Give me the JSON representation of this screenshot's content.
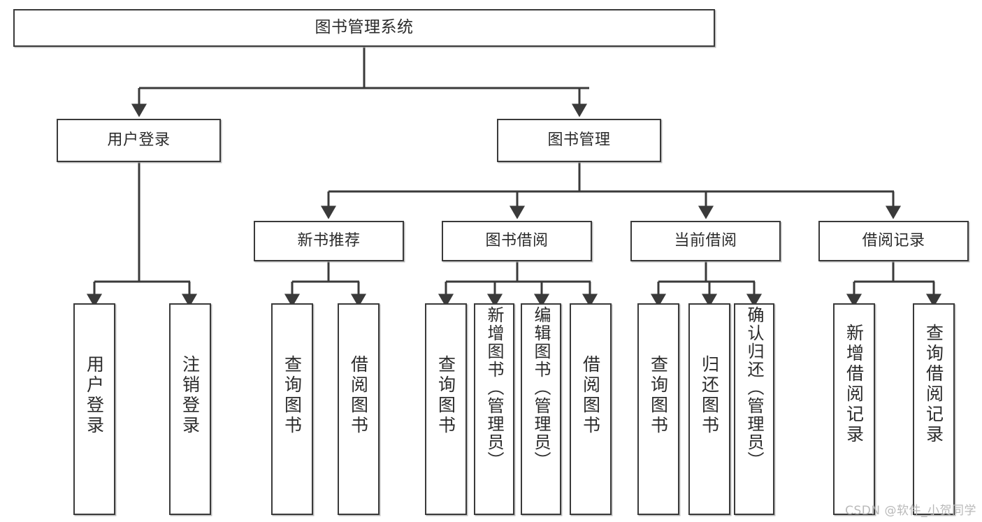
{
  "diagram": {
    "kind": "tree",
    "title": "图书管理系统",
    "watermark": "CSDN @软件_小贺同学",
    "colors": {
      "box_border": "#3a3a3a",
      "box_fill": "#ffffff",
      "connector": "#3a3a3a",
      "text": "#2b2b2b",
      "watermark": "#b9b9b9"
    },
    "nodes": {
      "root": {
        "label": "图书管理系统"
      },
      "level2": [
        {
          "id": "user-login",
          "label": "用户登录"
        },
        {
          "id": "book-manage",
          "label": "图书管理"
        }
      ],
      "level3": [
        {
          "id": "new-book-rec",
          "label": "新书推荐"
        },
        {
          "id": "book-borrow",
          "label": "图书借阅"
        },
        {
          "id": "current-borrow",
          "label": "当前借阅"
        },
        {
          "id": "borrow-record",
          "label": "借阅记录"
        }
      ],
      "leaves": {
        "user-login": [
          {
            "id": "leaf-user-login",
            "label": "用户登录"
          },
          {
            "id": "leaf-logout",
            "label": "注销登录"
          }
        ],
        "new-book-rec": [
          {
            "id": "leaf-query-book-1",
            "label": "查询图书"
          },
          {
            "id": "leaf-borrow-book-1",
            "label": "借阅图书"
          }
        ],
        "book-borrow": [
          {
            "id": "leaf-query-book-2",
            "label": "查询图书"
          },
          {
            "id": "leaf-add-book",
            "label": "新增图书（管理员）"
          },
          {
            "id": "leaf-edit-book",
            "label": "编辑图书（管理员）"
          },
          {
            "id": "leaf-borrow-book-2",
            "label": "借阅图书"
          }
        ],
        "current-borrow": [
          {
            "id": "leaf-query-book-3",
            "label": "查询图书"
          },
          {
            "id": "leaf-return-book",
            "label": "归还图书"
          },
          {
            "id": "leaf-confirm-return",
            "label": "确认归还（管理员）"
          }
        ],
        "borrow-record": [
          {
            "id": "leaf-add-record",
            "label": "新增借阅记录"
          },
          {
            "id": "leaf-query-record",
            "label": "查询借阅记录"
          }
        ]
      }
    }
  }
}
